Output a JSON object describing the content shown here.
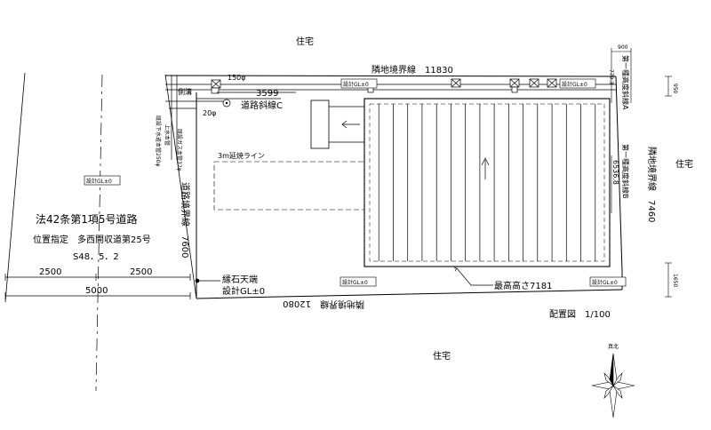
{
  "neighbors": {
    "top": "住宅",
    "right": "住宅",
    "bottom": "住宅"
  },
  "boundaries": {
    "north": "隣地境界線　11830",
    "south": "隣地境界線　12080",
    "road": "道路境界線　7600",
    "east": "隣地境界線　7460"
  },
  "road": {
    "title": "法42条第1項5号道路",
    "designation": "位置指定　多西開収道第25号",
    "date": "S48．5．2",
    "dim_left": "2500",
    "dim_right": "2500",
    "dim_total": "5000"
  },
  "curb": {
    "line1": "縁石天端",
    "line2": "設計GL±0"
  },
  "levels": {
    "gl": "設計GL±0"
  },
  "pipes": {
    "p150": "150φ",
    "p20": "20φ",
    "gutter": "側溝",
    "sewer": "既設下水道本管250φ",
    "water": "上水本管",
    "gas": "既設ガス本管32φ"
  },
  "setback": {
    "road": "道路斜線C",
    "dim_3599": "3599",
    "extend_line": "3m延焼ライン"
  },
  "slopes": {
    "a": "第一種高度斜線A",
    "b": "第一種高度斜線B"
  },
  "dims": {
    "d900": "900",
    "d779": "779.3",
    "d950": "950",
    "d6536": "6536.8",
    "d1650": "1650"
  },
  "building": {
    "max_height": "最高高さ7181"
  },
  "title_block": {
    "title": "配置図　1/100"
  },
  "compass": {
    "label": "真北"
  }
}
